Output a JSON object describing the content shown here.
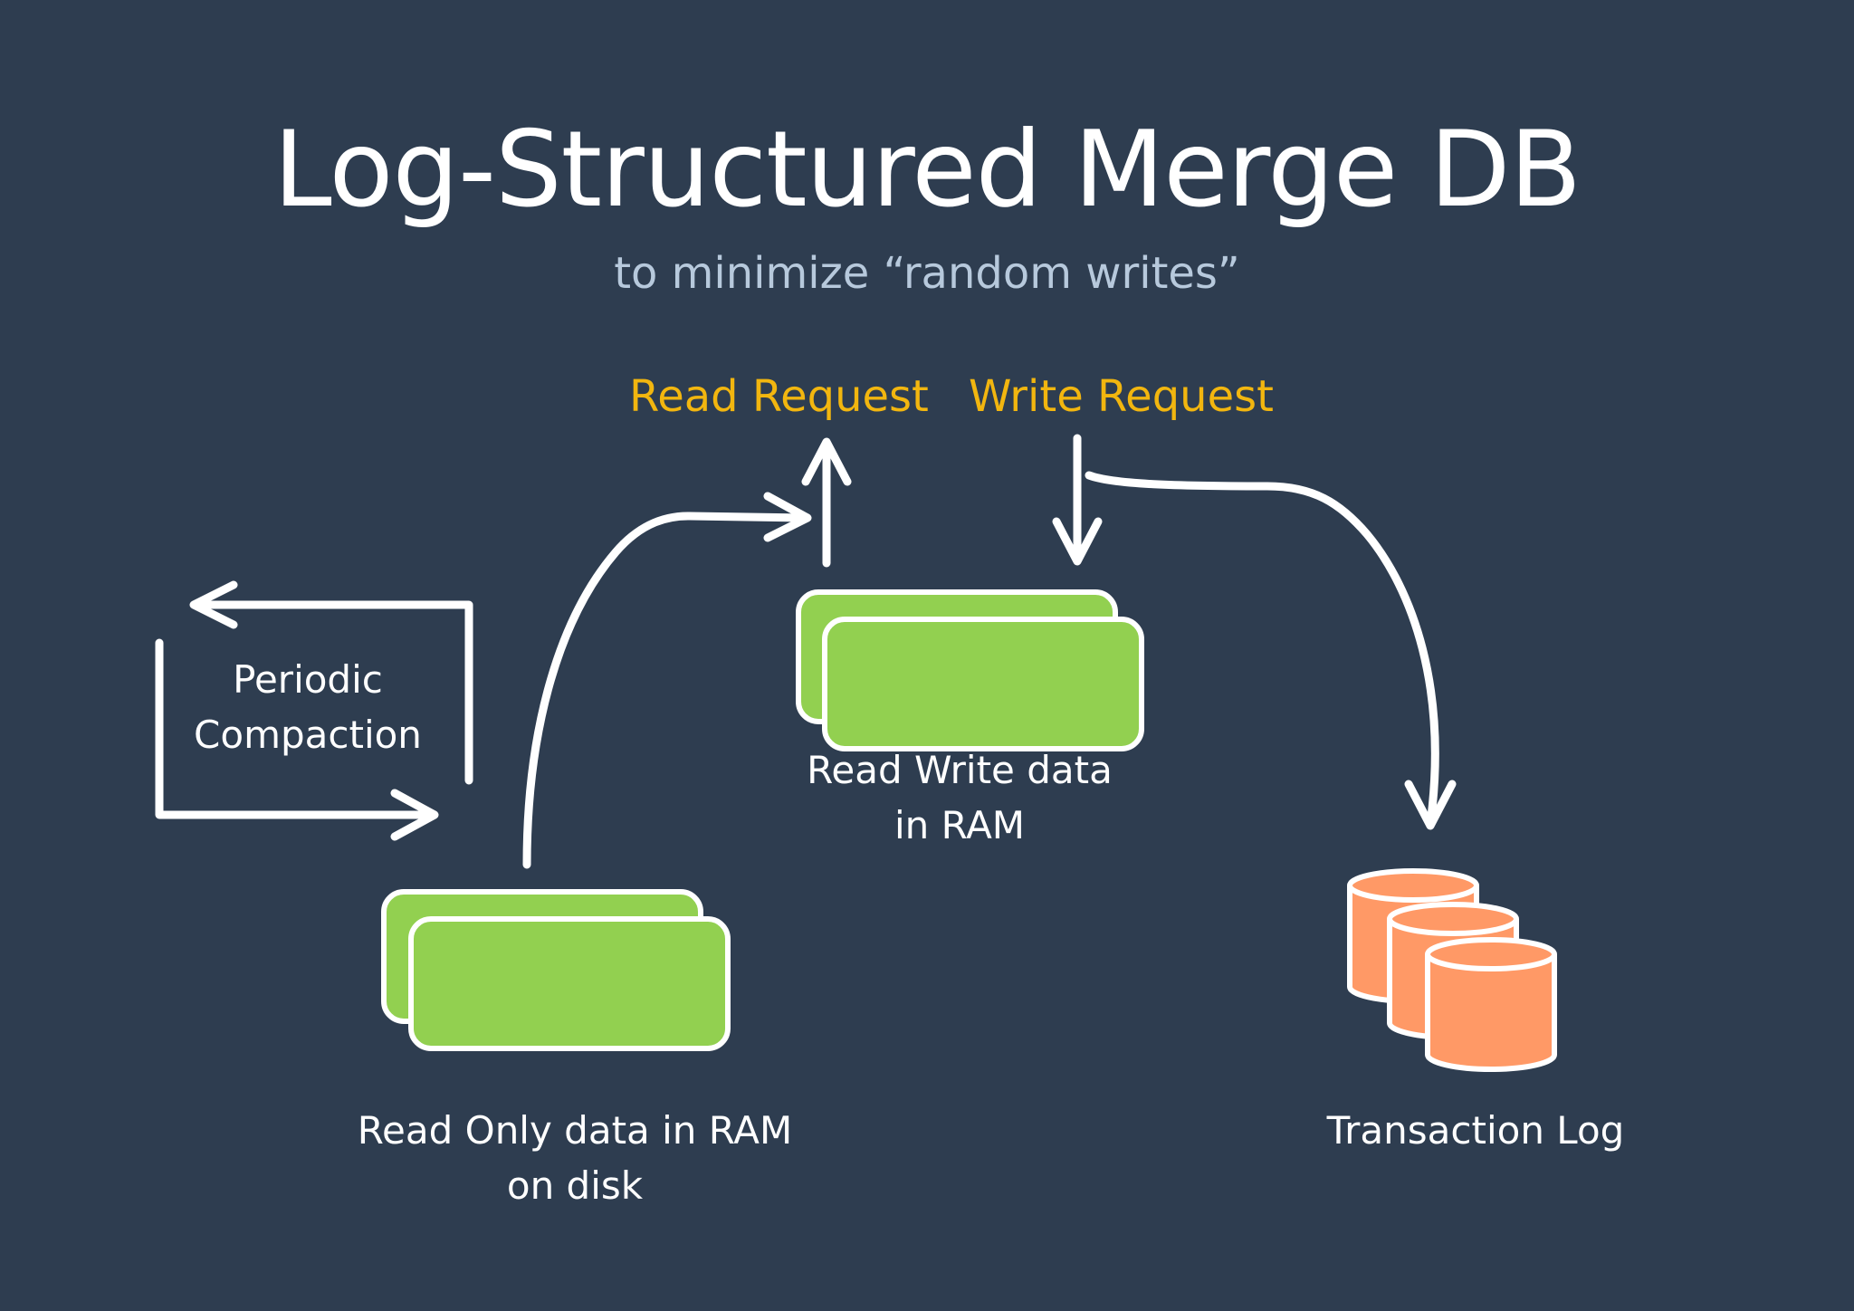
{
  "slide": {
    "title": "Log-Structured Merge DB",
    "subtitle": "to minimize “random  writes”"
  },
  "requests": {
    "read": "Read Request",
    "write": "Write Request"
  },
  "labels": {
    "compaction": "Periodic\nCompaction",
    "read_write_ram": "Read Write data\nin RAM",
    "read_only": "Read Only data in RAM\non disk",
    "transaction_log": "Transaction Log"
  },
  "colors": {
    "background": "#2e3d50",
    "accent": "#f2b60f",
    "block_fill": "#92d050",
    "log_fill": "#ff9966",
    "stroke": "#ffffff",
    "subtitle": "#b7c9dc"
  }
}
